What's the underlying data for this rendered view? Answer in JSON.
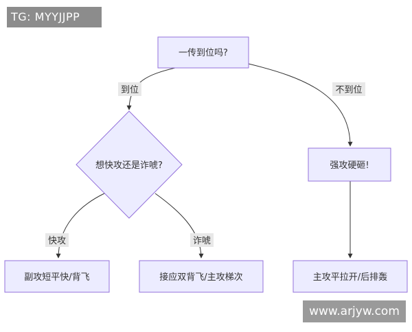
{
  "watermarks": {
    "top_left": "TG: MYYJJPP",
    "bottom_right": "www.arjyw.com"
  },
  "colors": {
    "node_fill": "#ececff",
    "node_stroke": "#9370db",
    "edge": "#333333",
    "edge_label_bg": "#e8e8e8"
  },
  "flowchart": {
    "start": {
      "label": "一传到位吗?"
    },
    "decision": {
      "label": "想快攻还是诈唬?"
    },
    "strong_attack": {
      "label": "强攻硬砸!"
    },
    "quick_attack": {
      "label": "副攻短平快/背飞"
    },
    "bluff_result": {
      "label": "接应双背飞/主攻梯次"
    },
    "spread": {
      "label": "主攻平拉开/后排轰"
    },
    "edges": {
      "good_pass": "到位",
      "bad_pass": "不到位",
      "quick": "快攻",
      "bluff": "诈唬"
    }
  }
}
